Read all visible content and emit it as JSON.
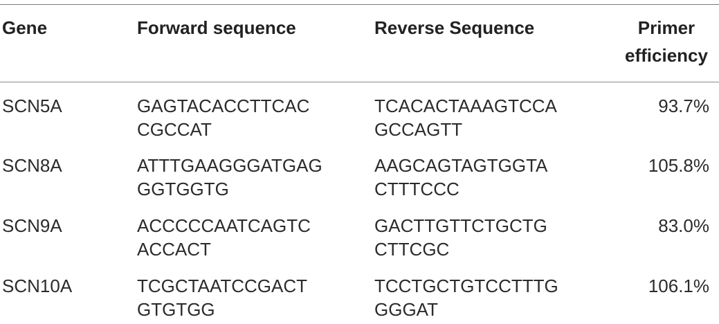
{
  "table": {
    "headers": {
      "gene": "Gene",
      "forward": "Forward sequence",
      "reverse": "Reverse Sequence",
      "efficiency": "Primer\nefficiency"
    },
    "rows": [
      {
        "gene": "SCN5A",
        "forward": "GAGTACACCTTCAC\nCGCCAT",
        "reverse": "TCACACTAAAGTCCA\nGCCAGTT",
        "efficiency": "93.7%"
      },
      {
        "gene": "SCN8A",
        "forward": "ATTTGAAGGGATGAG\nGGTGGTG",
        "reverse": "AAGCAGTAGTGGTA\nCTTTCCC",
        "efficiency": "105.8%"
      },
      {
        "gene": "SCN9A",
        "forward": "ACCCCCAATCAGTC\nACCACT",
        "reverse": "GACTTGTTCTGCTG\nCTTCGC",
        "efficiency": "83.0%"
      },
      {
        "gene": "SCN10A",
        "forward": "TCGCTAATCCGACT\nGTGTGG",
        "reverse": "TCCTGCTGTCCTTTG\nGGGAT",
        "efficiency": "106.1%"
      }
    ]
  }
}
